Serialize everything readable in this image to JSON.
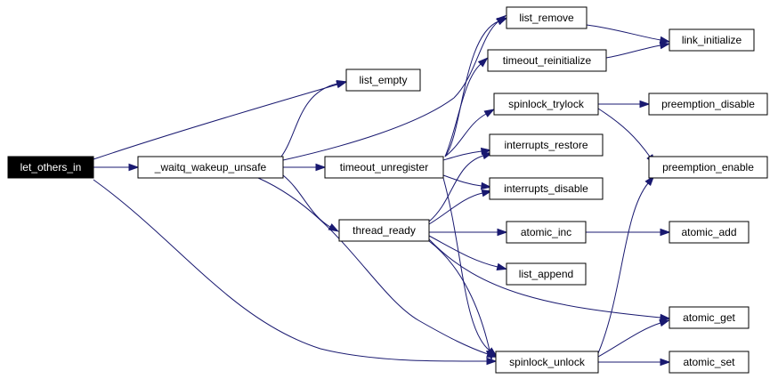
{
  "diagram": {
    "colors": {
      "edge": "#191970",
      "root_fill": "#000000",
      "node_fill": "#ffffff"
    },
    "nodes": [
      {
        "id": "let_others_in",
        "label": "let_others_in",
        "root": true
      },
      {
        "id": "waitq_wakeup_unsafe",
        "label": "_waitq_wakeup_unsafe"
      },
      {
        "id": "list_empty",
        "label": "list_empty"
      },
      {
        "id": "timeout_unregister",
        "label": "timeout_unregister"
      },
      {
        "id": "thread_ready",
        "label": "thread_ready"
      },
      {
        "id": "list_remove",
        "label": "list_remove"
      },
      {
        "id": "timeout_reinitialize",
        "label": "timeout_reinitialize"
      },
      {
        "id": "spinlock_trylock",
        "label": "spinlock_trylock"
      },
      {
        "id": "interrupts_restore",
        "label": "interrupts_restore"
      },
      {
        "id": "interrupts_disable",
        "label": "interrupts_disable"
      },
      {
        "id": "atomic_inc",
        "label": "atomic_inc"
      },
      {
        "id": "list_append",
        "label": "list_append"
      },
      {
        "id": "spinlock_unlock",
        "label": "spinlock_unlock"
      },
      {
        "id": "link_initialize",
        "label": "link_initialize"
      },
      {
        "id": "preemption_disable",
        "label": "preemption_disable"
      },
      {
        "id": "preemption_enable",
        "label": "preemption_enable"
      },
      {
        "id": "atomic_add",
        "label": "atomic_add"
      },
      {
        "id": "atomic_get",
        "label": "atomic_get"
      },
      {
        "id": "atomic_set",
        "label": "atomic_set"
      }
    ],
    "edges": [
      {
        "from": "let_others_in",
        "to": "waitq_wakeup_unsafe"
      },
      {
        "from": "let_others_in",
        "to": "list_empty"
      },
      {
        "from": "let_others_in",
        "to": "spinlock_unlock"
      },
      {
        "from": "waitq_wakeup_unsafe",
        "to": "list_empty"
      },
      {
        "from": "waitq_wakeup_unsafe",
        "to": "timeout_unregister"
      },
      {
        "from": "waitq_wakeup_unsafe",
        "to": "thread_ready"
      },
      {
        "from": "waitq_wakeup_unsafe",
        "to": "list_remove"
      },
      {
        "from": "waitq_wakeup_unsafe",
        "to": "spinlock_unlock"
      },
      {
        "from": "timeout_unregister",
        "to": "list_remove"
      },
      {
        "from": "timeout_unregister",
        "to": "timeout_reinitialize"
      },
      {
        "from": "timeout_unregister",
        "to": "spinlock_trylock"
      },
      {
        "from": "timeout_unregister",
        "to": "interrupts_restore"
      },
      {
        "from": "timeout_unregister",
        "to": "interrupts_disable"
      },
      {
        "from": "timeout_unregister",
        "to": "spinlock_unlock"
      },
      {
        "from": "thread_ready",
        "to": "interrupts_restore"
      },
      {
        "from": "thread_ready",
        "to": "interrupts_disable"
      },
      {
        "from": "thread_ready",
        "to": "atomic_inc"
      },
      {
        "from": "thread_ready",
        "to": "list_append"
      },
      {
        "from": "thread_ready",
        "to": "atomic_get"
      },
      {
        "from": "thread_ready",
        "to": "spinlock_unlock"
      },
      {
        "from": "list_remove",
        "to": "link_initialize"
      },
      {
        "from": "timeout_reinitialize",
        "to": "link_initialize"
      },
      {
        "from": "spinlock_trylock",
        "to": "preemption_disable"
      },
      {
        "from": "spinlock_trylock",
        "to": "preemption_enable"
      },
      {
        "from": "atomic_inc",
        "to": "atomic_add"
      },
      {
        "from": "spinlock_unlock",
        "to": "preemption_enable"
      },
      {
        "from": "spinlock_unlock",
        "to": "atomic_get"
      },
      {
        "from": "spinlock_unlock",
        "to": "atomic_set"
      }
    ]
  }
}
